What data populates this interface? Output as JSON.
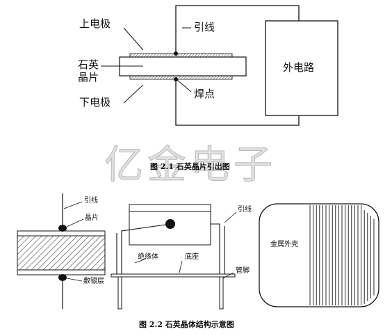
{
  "top_diagram": {
    "labels": {
      "upper_electrode": "上电极",
      "lead_wire": "引线",
      "quartz_wafer": "石英\n晶片",
      "external_circuit": "外电路",
      "lower_electrode": "下电极",
      "solder_point": "焊点"
    },
    "caption": "图 2.1 石英晶片引出图"
  },
  "watermark": "亿金电子",
  "bottom_diagram": {
    "labels": {
      "lead_wire_left": "引线",
      "wafer": "晶片",
      "silver_layer": "敷银层",
      "lead_wire_right": "引线",
      "insulator": "绝缘体",
      "base": "底座",
      "pin": "管脚",
      "metal_case": "金属外壳"
    },
    "caption": "图 2.2 石英晶体结构示意图"
  }
}
